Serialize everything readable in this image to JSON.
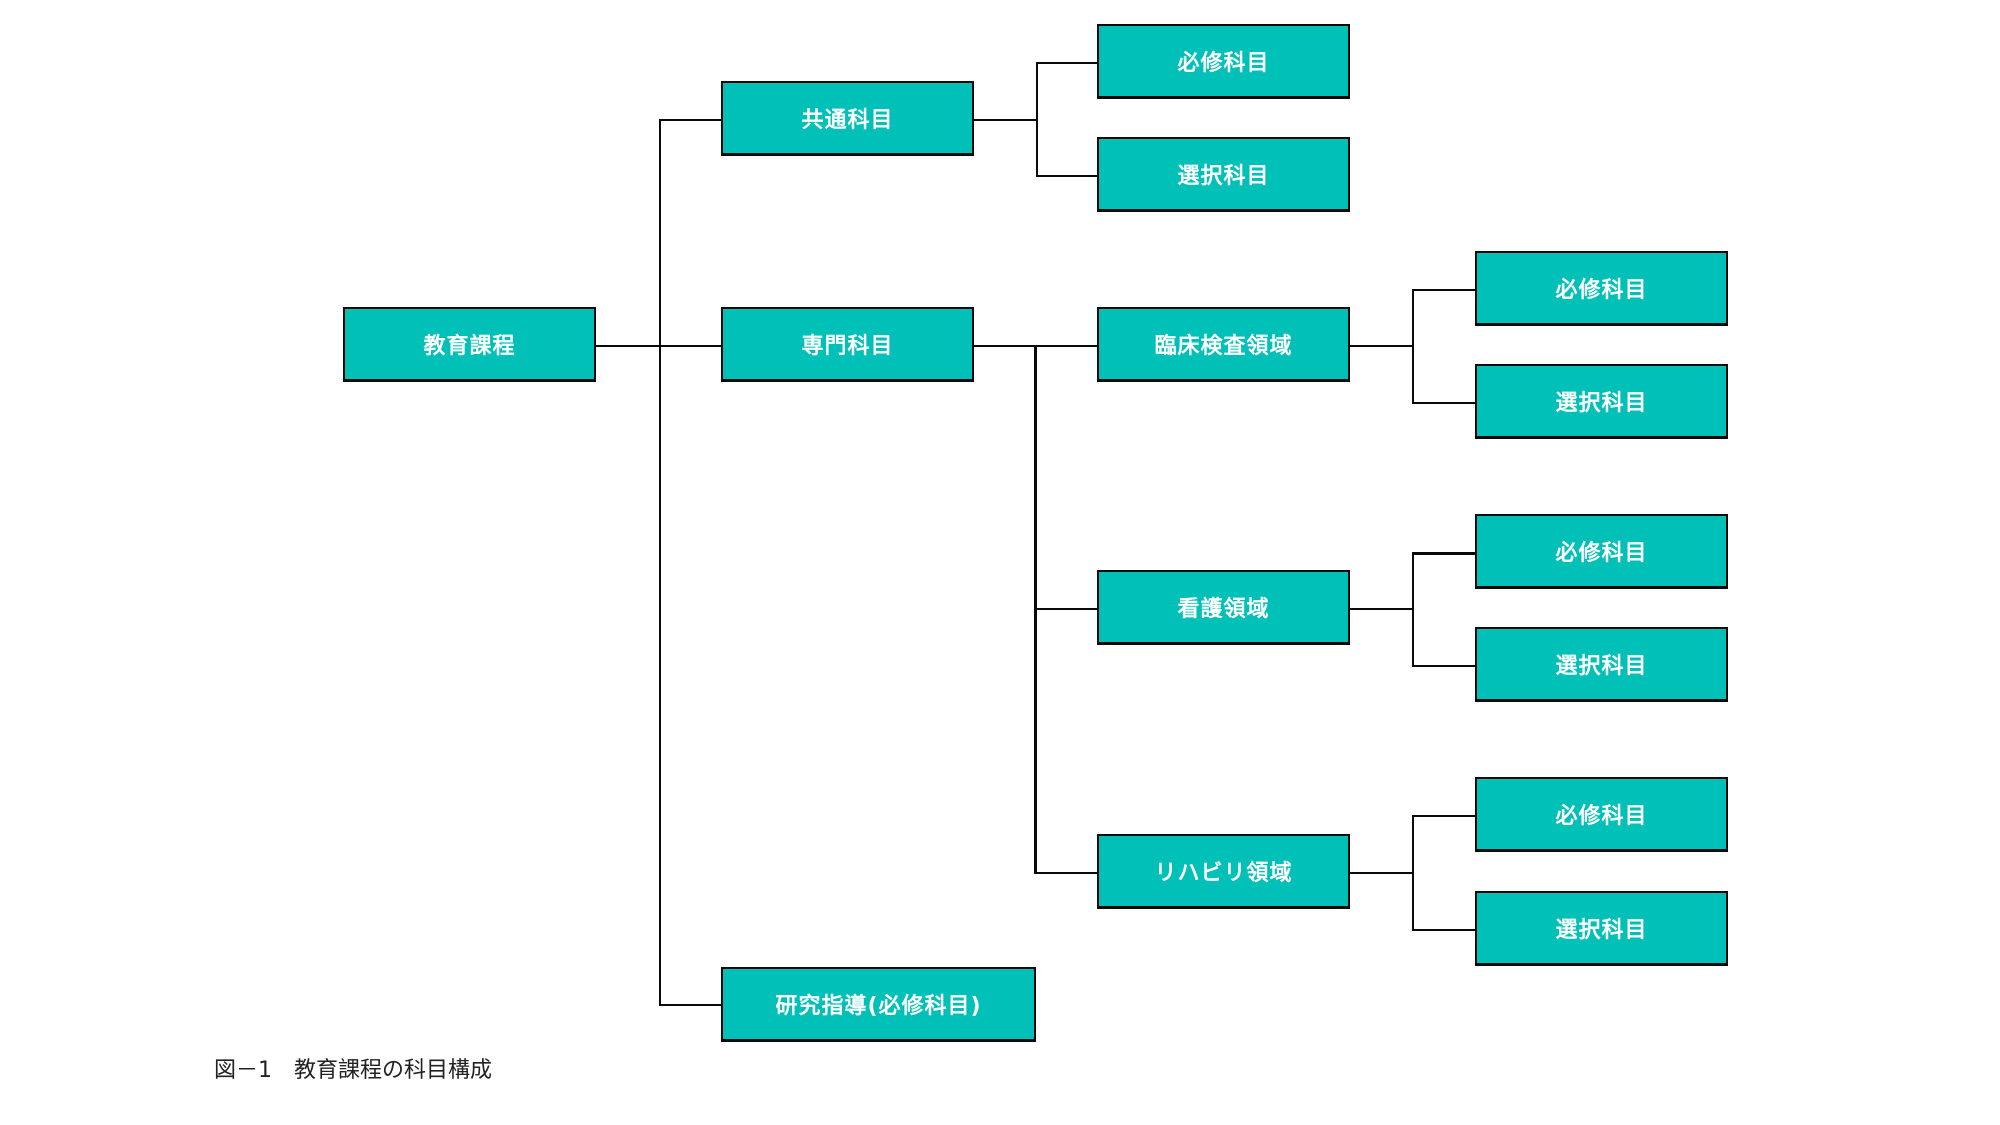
{
  "diagram": {
    "root": "教育課程",
    "level1": {
      "common": "共通科目",
      "specialized": "専門科目",
      "research": "研究指導(必修科目)"
    },
    "common_children": {
      "required": "必修科目",
      "elective": "選択科目"
    },
    "domains": {
      "clinical": {
        "label": "臨床検査領域",
        "required": "必修科目",
        "elective": "選択科目"
      },
      "nursing": {
        "label": "看護領域",
        "required": "必修科目",
        "elective": "選択科目"
      },
      "rehab": {
        "label": "リハビリ領域",
        "required": "必修科目",
        "elective": "選択科目"
      }
    },
    "caption": "図－1　教育課程の科目構成",
    "colors": {
      "box_fill": "#00c0b8",
      "box_text": "#ffffff",
      "lines": "#0a0a0a"
    }
  }
}
